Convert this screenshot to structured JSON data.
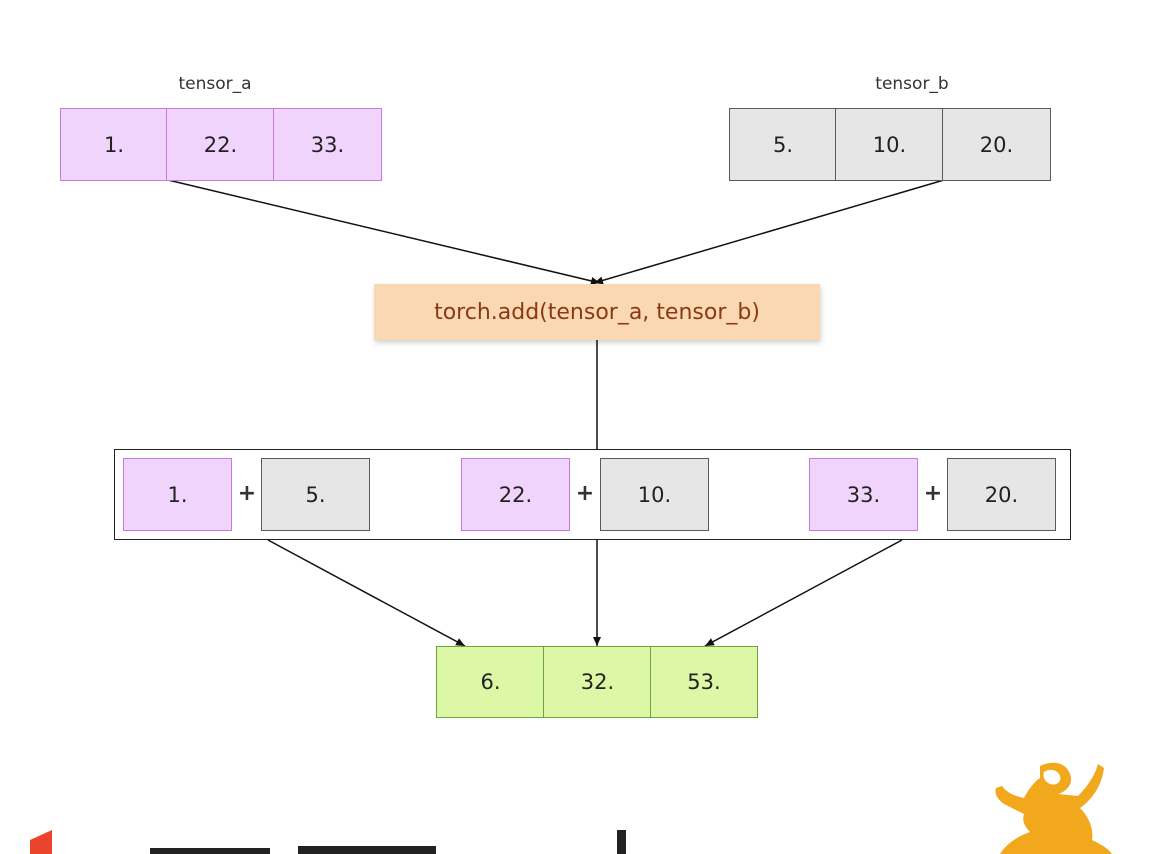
{
  "tensor_a": {
    "label": "tensor_a",
    "values": [
      "1.",
      "22.",
      "33."
    ]
  },
  "tensor_b": {
    "label": "tensor_b",
    "values": [
      "5.",
      "10.",
      "20."
    ]
  },
  "operation": {
    "text": "torch.add(tensor_a, tensor_b)"
  },
  "pairs": [
    {
      "a": "1.",
      "op": "+",
      "b": "5."
    },
    {
      "a": "22.",
      "op": "+",
      "b": "10."
    },
    {
      "a": "33.",
      "op": "+",
      "b": "20."
    }
  ],
  "result": {
    "values": [
      "6.",
      "32.",
      "53."
    ]
  },
  "colors": {
    "tensor_a_fill": "#f0d4fb",
    "tensor_b_fill": "#e6e6e6",
    "result_fill": "#dcf7a6",
    "operation_fill": "#fbd8b4",
    "operation_text": "#8a3a10",
    "logo_red": "#e8452c",
    "logo_orange": "#f2a81d"
  },
  "logo": {
    "icon": "lightning-figure-icon"
  }
}
